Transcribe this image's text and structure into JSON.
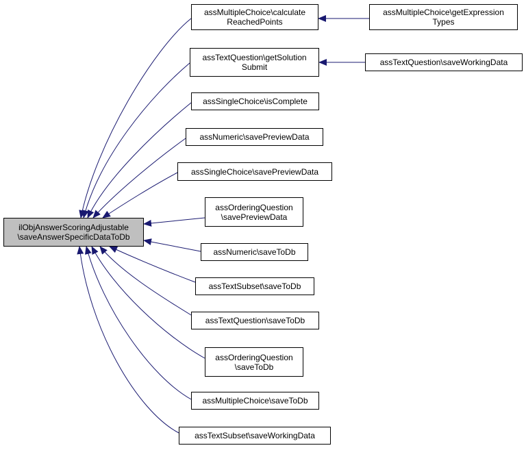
{
  "nodes": [
    {
      "id": "root",
      "lines": [
        "ilObjAnswerScoringAdjustable",
        "\\saveAnswerSpecificDataToDb"
      ]
    },
    {
      "id": "mc_calc",
      "lines": [
        "assMultipleChoice\\calculate",
        "ReachedPoints"
      ]
    },
    {
      "id": "tq_getsol",
      "lines": [
        "assTextQuestion\\getSolution",
        "Submit"
      ]
    },
    {
      "id": "sc_complete",
      "lines": [
        "assSingleChoice\\isComplete"
      ]
    },
    {
      "id": "num_preview",
      "lines": [
        "assNumeric\\savePreviewData"
      ]
    },
    {
      "id": "sc_preview",
      "lines": [
        "assSingleChoice\\savePreviewData"
      ]
    },
    {
      "id": "oq_preview",
      "lines": [
        "assOrderingQuestion",
        "\\savePreviewData"
      ]
    },
    {
      "id": "num_db",
      "lines": [
        "assNumeric\\saveToDb"
      ]
    },
    {
      "id": "ts_db",
      "lines": [
        "assTextSubset\\saveToDb"
      ]
    },
    {
      "id": "tq_db",
      "lines": [
        "assTextQuestion\\saveToDb"
      ]
    },
    {
      "id": "oq_db",
      "lines": [
        "assOrderingQuestion",
        "\\saveToDb"
      ]
    },
    {
      "id": "mc_db",
      "lines": [
        "assMultipleChoice\\saveToDb"
      ]
    },
    {
      "id": "ts_work",
      "lines": [
        "assTextSubset\\saveWorkingData"
      ]
    },
    {
      "id": "mc_expr",
      "lines": [
        "assMultipleChoice\\getExpression",
        "Types"
      ]
    },
    {
      "id": "tq_work",
      "lines": [
        "assTextQuestion\\saveWorkingData"
      ]
    }
  ],
  "edges": [
    {
      "from": "mc_calc",
      "to": "root"
    },
    {
      "from": "tq_getsol",
      "to": "root"
    },
    {
      "from": "sc_complete",
      "to": "root"
    },
    {
      "from": "num_preview",
      "to": "root"
    },
    {
      "from": "sc_preview",
      "to": "root"
    },
    {
      "from": "oq_preview",
      "to": "root"
    },
    {
      "from": "num_db",
      "to": "root"
    },
    {
      "from": "ts_db",
      "to": "root"
    },
    {
      "from": "tq_db",
      "to": "root"
    },
    {
      "from": "oq_db",
      "to": "root"
    },
    {
      "from": "mc_db",
      "to": "root"
    },
    {
      "from": "ts_work",
      "to": "root"
    },
    {
      "from": "mc_expr",
      "to": "mc_calc"
    },
    {
      "from": "tq_work",
      "to": "tq_getsol"
    }
  ],
  "colors": {
    "edge": "#191970",
    "root_fill": "#bfbfbf",
    "node_fill": "#ffffff",
    "border": "#000000"
  }
}
